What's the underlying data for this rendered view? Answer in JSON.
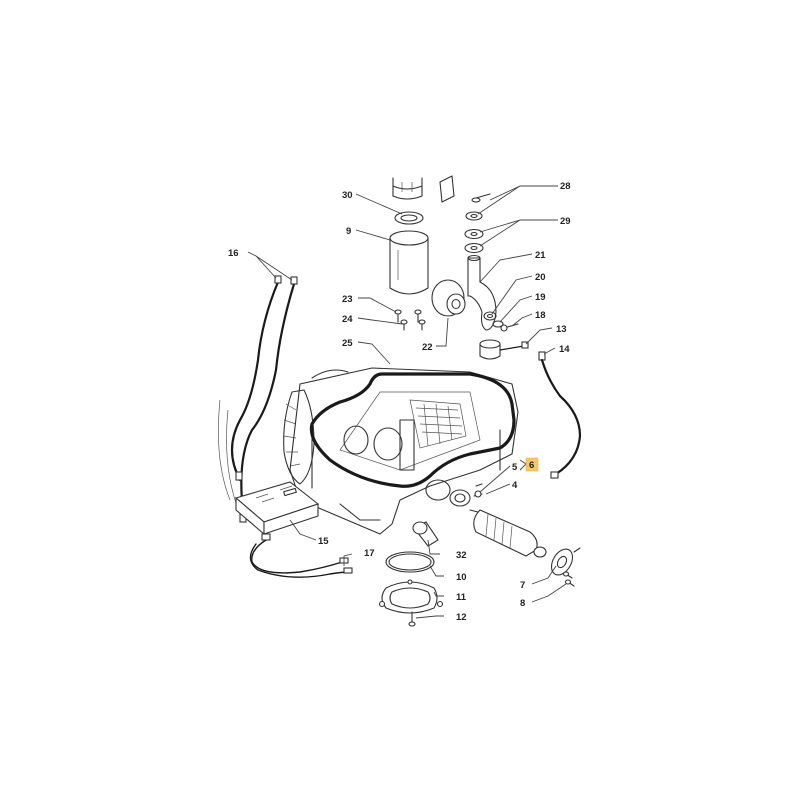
{
  "callouts": [
    {
      "id": "c30",
      "label": "30",
      "highlight": false
    },
    {
      "id": "c9",
      "label": "9",
      "highlight": false
    },
    {
      "id": "c28",
      "label": "28",
      "highlight": false
    },
    {
      "id": "c29",
      "label": "29",
      "highlight": false
    },
    {
      "id": "c21",
      "label": "21",
      "highlight": false
    },
    {
      "id": "c20",
      "label": "20",
      "highlight": false
    },
    {
      "id": "c19",
      "label": "19",
      "highlight": false
    },
    {
      "id": "c18",
      "label": "18",
      "highlight": false
    },
    {
      "id": "c13",
      "label": "13",
      "highlight": false
    },
    {
      "id": "c14",
      "label": "14",
      "highlight": false
    },
    {
      "id": "c16",
      "label": "16",
      "highlight": false
    },
    {
      "id": "c23",
      "label": "23",
      "highlight": false
    },
    {
      "id": "c24",
      "label": "24",
      "highlight": false
    },
    {
      "id": "c22",
      "label": "22",
      "highlight": false
    },
    {
      "id": "c25",
      "label": "25",
      "highlight": false
    },
    {
      "id": "c5",
      "label": "5",
      "highlight": false
    },
    {
      "id": "c6",
      "label": "6",
      "highlight": true
    },
    {
      "id": "c4",
      "label": "4",
      "highlight": false
    },
    {
      "id": "c15",
      "label": "15",
      "highlight": false
    },
    {
      "id": "c17",
      "label": "17",
      "highlight": false
    },
    {
      "id": "c32",
      "label": "32",
      "highlight": false
    },
    {
      "id": "c10",
      "label": "10",
      "highlight": false
    },
    {
      "id": "c11",
      "label": "11",
      "highlight": false
    },
    {
      "id": "c12",
      "label": "12",
      "highlight": false
    },
    {
      "id": "c7",
      "label": "7",
      "highlight": false
    },
    {
      "id": "c8",
      "label": "8",
      "highlight": false
    }
  ],
  "colors": {
    "line": "#333333",
    "highlight_fill": "#f5c96a"
  }
}
